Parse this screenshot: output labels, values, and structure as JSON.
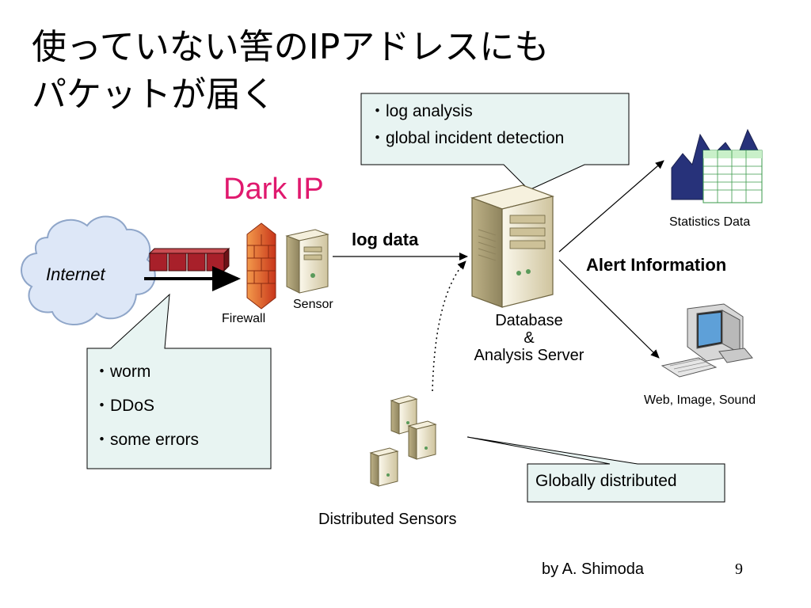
{
  "title": {
    "line1": "使っていない筈のIPアドレスにも",
    "line2": "パケットが届く"
  },
  "dark_ip": "Dark IP",
  "nodes": {
    "internet": "Internet",
    "firewall": "Firewall",
    "sensor": "Sensor",
    "database": {
      "line1": "Database",
      "line2": "&",
      "line3": "Analysis Server"
    },
    "statistics": "Statistics Data",
    "web": "Web, Image, Sound",
    "distributed": "Distributed Sensors"
  },
  "edges": {
    "log_data": "log data",
    "alert": "Alert Information"
  },
  "callouts": {
    "analysis": [
      "log analysis",
      "global incident detection"
    ],
    "threats": [
      "worm",
      "DDoS",
      "some errors"
    ],
    "global": "Globally distributed"
  },
  "footer": {
    "author": "by A. Shimoda",
    "page": "9"
  },
  "colors": {
    "dark_ip": "#e0196e",
    "callout_fill": "#e8f4f2",
    "cloud_fill": "#dde7f7",
    "packet": "#a8202a",
    "firewall": "#e35a1e",
    "server": "#e9e1c6"
  },
  "icons": [
    "cloud-icon",
    "packet-icon",
    "firewall-icon",
    "sensor-server-icon",
    "database-server-icon",
    "statistics-chart-icon",
    "computer-icon",
    "distributed-server-icon"
  ]
}
